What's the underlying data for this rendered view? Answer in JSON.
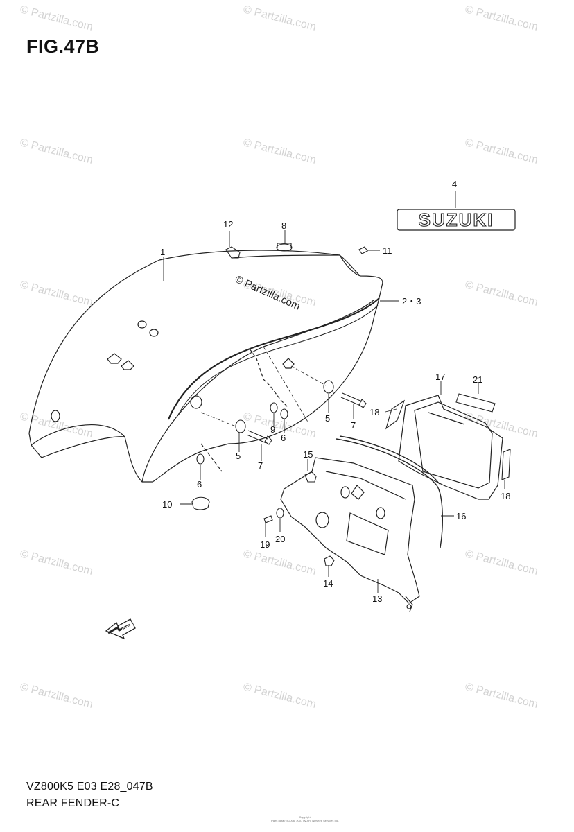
{
  "figure": {
    "title": "FIG.47B",
    "model_code": "VZ800K5 E03 E28_047B",
    "section_name": "REAR FENDER-C",
    "center_watermark": "© Partzilla.com",
    "emblem_text": "SUZUKI",
    "fwd_text": "FWD",
    "copyright_line1": "Copyright",
    "copyright_line2": "Parts data (c) 2006, 2007 by ARI Network Services Inc."
  },
  "watermarks": {
    "text": "© Partzilla.com"
  },
  "callouts": [
    {
      "id": "c1",
      "label": "1"
    },
    {
      "id": "c23",
      "label": "2・3"
    },
    {
      "id": "c4",
      "label": "4"
    },
    {
      "id": "c5a",
      "label": "5"
    },
    {
      "id": "c5b",
      "label": "5"
    },
    {
      "id": "c6a",
      "label": "6"
    },
    {
      "id": "c6b",
      "label": "6"
    },
    {
      "id": "c7a",
      "label": "7"
    },
    {
      "id": "c7b",
      "label": "7"
    },
    {
      "id": "c8",
      "label": "8"
    },
    {
      "id": "c9",
      "label": "9"
    },
    {
      "id": "c10",
      "label": "10"
    },
    {
      "id": "c11",
      "label": "11"
    },
    {
      "id": "c12",
      "label": "12"
    },
    {
      "id": "c13",
      "label": "13"
    },
    {
      "id": "c14",
      "label": "14"
    },
    {
      "id": "c15",
      "label": "15"
    },
    {
      "id": "c16",
      "label": "16"
    },
    {
      "id": "c17",
      "label": "17"
    },
    {
      "id": "c18a",
      "label": "18"
    },
    {
      "id": "c18b",
      "label": "18"
    },
    {
      "id": "c19",
      "label": "19"
    },
    {
      "id": "c20",
      "label": "20"
    },
    {
      "id": "c21",
      "label": "21"
    }
  ]
}
